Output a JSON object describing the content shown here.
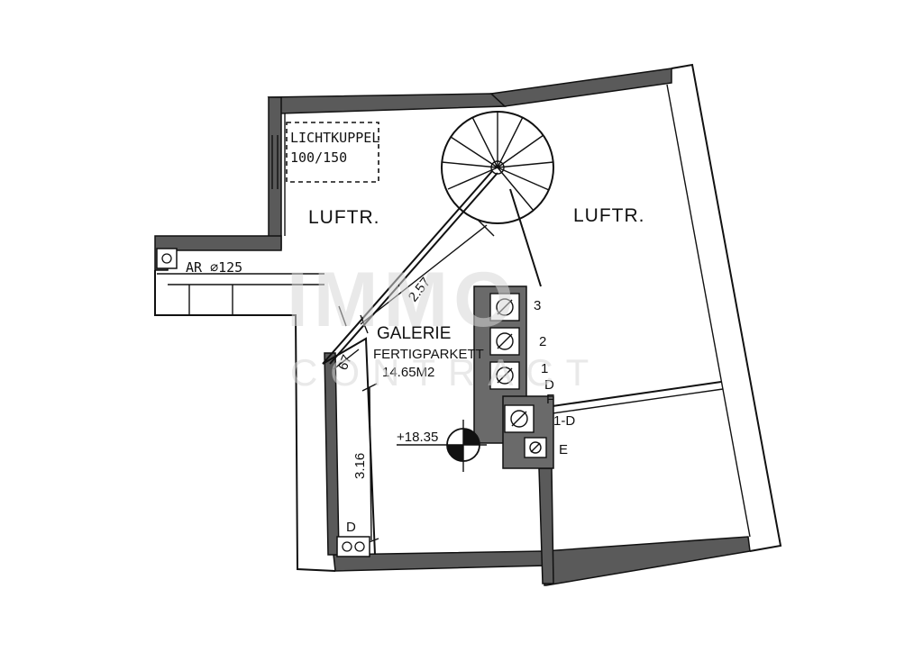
{
  "labels": {
    "skylight_line1": "LICHTKUPPEL",
    "skylight_line2": "100/150",
    "airspace_left": "LUFTR.",
    "airspace_right": "LUFTR.",
    "vent": "AR ∅125",
    "room_name": "GALERIE",
    "floor_type": "FERTIGPARKETT",
    "area": "14.65M2",
    "level": "+18.35",
    "dim_stair": "2.57",
    "dim_small": "67",
    "dim_height": "3.16",
    "fuse_3": "3",
    "fuse_2": "2",
    "fuse_1": "1",
    "fuse_D": "D",
    "fuse_F": "F",
    "fuse_1D": "1-D",
    "fuse_E": "E",
    "outlet_D": "D"
  },
  "watermark": {
    "line1": "IMMO",
    "line2": "CONTRACT"
  }
}
